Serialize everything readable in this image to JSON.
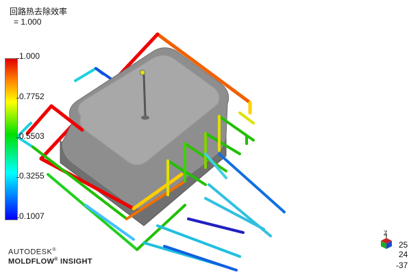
{
  "result": {
    "title": "回路热去除效率",
    "value_line": "= 1.000"
  },
  "scale": {
    "labels": [
      "1.000",
      "0.7752",
      "0.5503",
      "0.3255",
      "0.1007"
    ],
    "colors": {
      "max": "#e00000",
      "high": "#ff8000",
      "mid_high": "#ffff00",
      "mid": "#00e000",
      "mid_low": "#00ffff",
      "low": "#0000ff"
    }
  },
  "logo": {
    "company": "AUTODESK",
    "registered": "®",
    "product": "MOLDFLOW",
    "product_suffix": "INSIGHT"
  },
  "axis": {
    "z_label": "Z",
    "readouts": [
      "25",
      "24",
      "-37"
    ]
  },
  "model": {
    "part_color": "#8c8c8c",
    "gate_icon": "injection-point-icon"
  }
}
